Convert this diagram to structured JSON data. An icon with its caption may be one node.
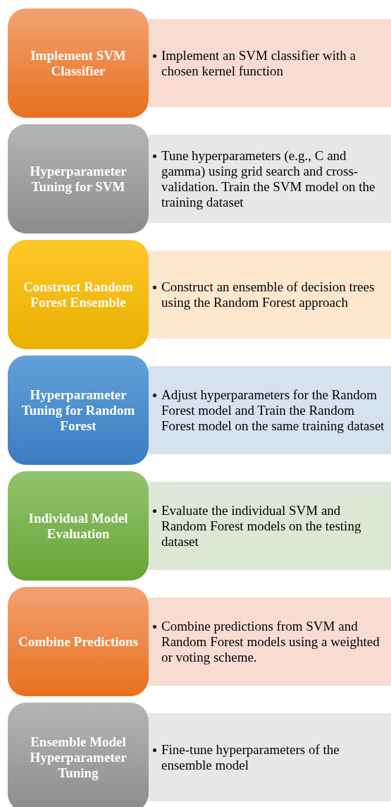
{
  "diagram": {
    "nodes": [
      {
        "text": [
          "Implement SVM Classifier"
        ]
      },
      {
        "text": [
          "Implement an SVM classifier with a chosen kernel function"
        ]
      },
      {
        "text": [
          "Hyperparameter Tuning for SVM"
        ]
      },
      {
        "text": [
          "Tune hyperparameters (e.g., C and gamma) using grid search and cross-validation. Train the SVM model on the training dataset"
        ]
      },
      {
        "text": [
          "Construct Random Forest Ensemble"
        ]
      },
      {
        "text": [
          "Construct an ensemble of decision trees using the Random Forest approach"
        ]
      },
      {
        "text": [
          "Hyperparameter Tuning for Random Forest"
        ]
      },
      {
        "text": [
          "Adjust hyperparameters for the Random Forest model and Train the Random Forest model on the same training dataset"
        ]
      },
      {
        "text": [
          "Individual Model Evaluation"
        ]
      },
      {
        "text": [
          "Evaluate the individual SVM and Random Forest models on the testing dataset"
        ]
      },
      {
        "text": [
          "Combine Predictions"
        ]
      },
      {
        "text": [
          "Combine predictions from SVM and Random Forest models using a weighted or voting scheme."
        ]
      },
      {
        "text": [
          "Ensemble Model Hyperparameter Tuning"
        ]
      },
      {
        "text": [
          "Fine-tune hyperparameters of the ensemble model"
        ]
      }
    ]
  }
}
